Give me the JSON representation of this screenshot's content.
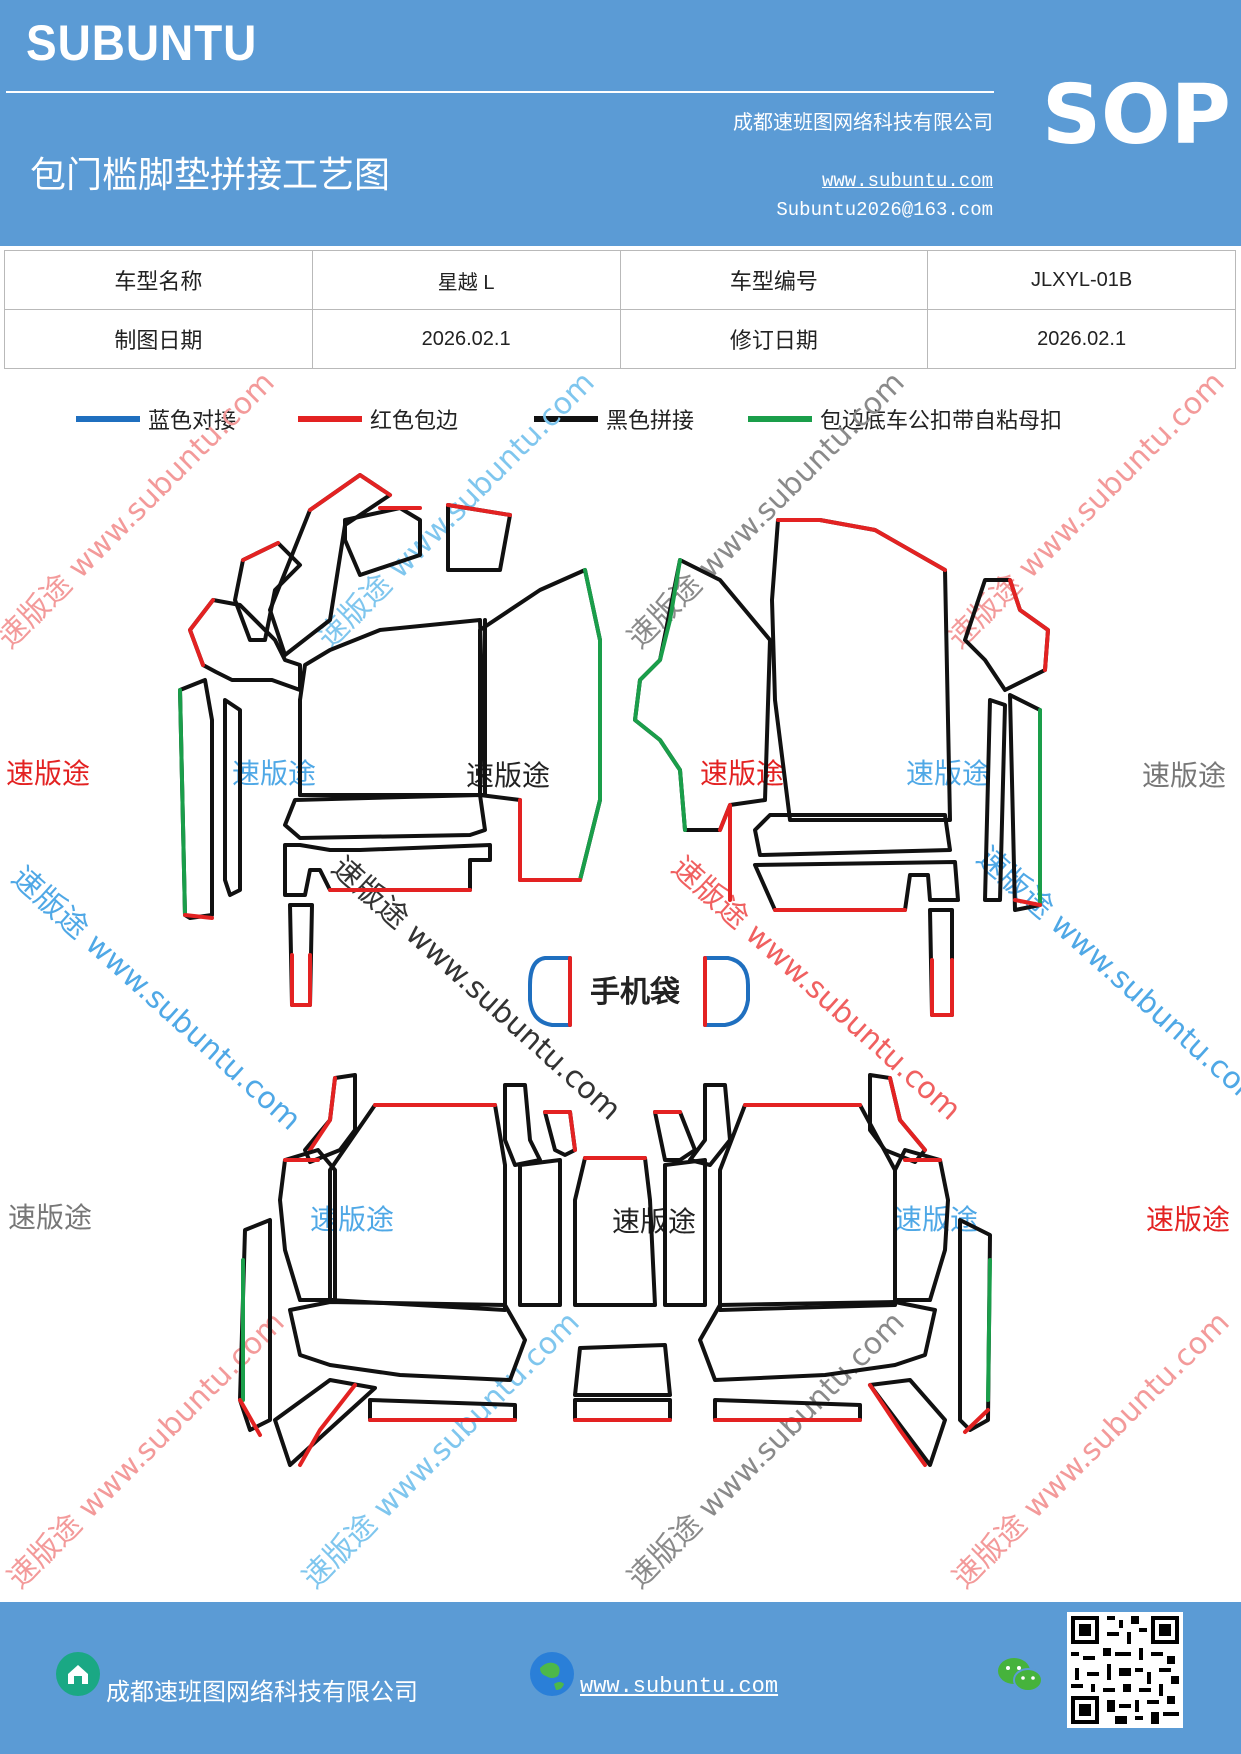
{
  "header": {
    "brand": "SUBUNTU",
    "company": "成都速班图网络科技有限公司",
    "title": "包门槛脚垫拼接工艺图",
    "url": "www.subuntu.com",
    "email": "Subuntu2026@163.com",
    "badge": "SOP"
  },
  "info_table": {
    "row1": [
      "车型名称",
      "星越 L",
      "车型编号",
      "JLXYL-01B"
    ],
    "row2": [
      "制图日期",
      "2026.02.1",
      "修订日期",
      "2026.02.1"
    ]
  },
  "legend": [
    {
      "label": "蓝色对接",
      "color": "#1f6fbf"
    },
    {
      "label": "红色包边",
      "color": "#e32222"
    },
    {
      "label": "黑色拼接",
      "color": "#111111"
    },
    {
      "label": "包边底车公扣带自粘母扣",
      "color": "#1a9e4a"
    }
  ],
  "diagram": {
    "phone_bag_label": "手机袋",
    "watermark_text": "速版途",
    "watermark_url": "www.subuntu.com",
    "watermark_combo": "速版途 www.subuntu.com",
    "watermark_combo_alt": "速版途 www.subuntu.com"
  },
  "footer": {
    "company": "成都速班图网络科技有限公司",
    "url": "www.subuntu.com"
  },
  "colors": {
    "header_bg": "#5b9bd5",
    "blue": "#1f6fbf",
    "red": "#e32222",
    "green": "#1a9e4a",
    "black": "#111111"
  }
}
